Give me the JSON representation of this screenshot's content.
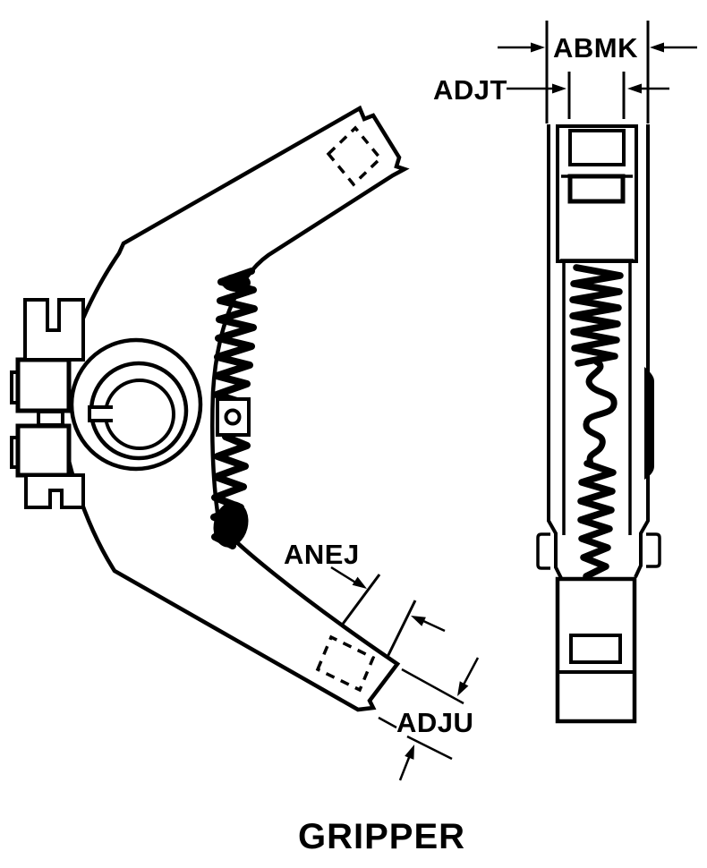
{
  "figure": {
    "caption": "GRIPPER",
    "labels": {
      "abmk": "ABMK",
      "adjt": "ADJT",
      "anej": "ANEJ",
      "adju": "ADJU"
    },
    "colors": {
      "line": "#000000",
      "background": "#ffffff"
    }
  }
}
